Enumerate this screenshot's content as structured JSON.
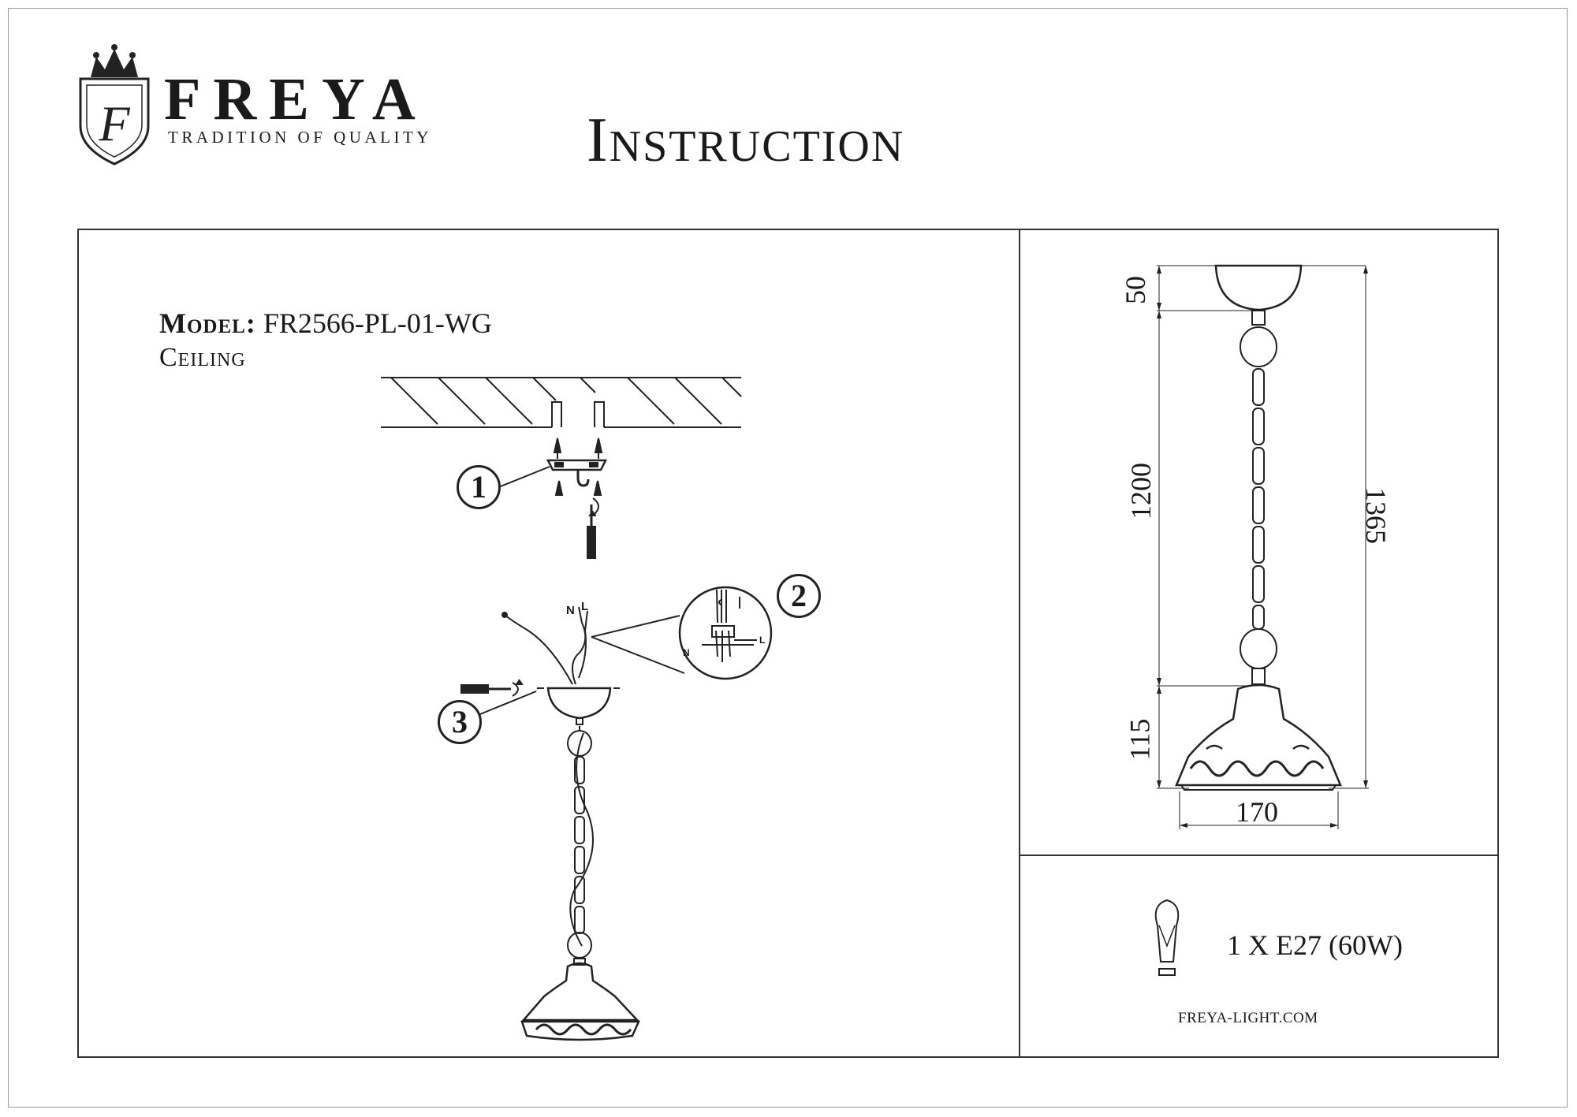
{
  "brand": {
    "name": "FREYA",
    "tagline": "TRADITION OF QUALITY",
    "crest_letter": "F"
  },
  "title": "Instruction",
  "model": {
    "label": "Model:",
    "code": "FR2566-PL-01-WG",
    "mount": "Ceiling"
  },
  "steps": [
    "1",
    "2",
    "3"
  ],
  "wiring": {
    "neutral": "N",
    "live": "L"
  },
  "dimensions": {
    "canopy_height": "50",
    "chain_length": "1200",
    "shade_height": "115",
    "total_height": "1365",
    "shade_width": "170"
  },
  "bulb": {
    "icon": "light-bulb-icon",
    "spec": "1 X E27 (60W)"
  },
  "website": "FREYA-LIGHT.COM",
  "colors": {
    "ink": "#1a1a1a",
    "frame": "#333333"
  }
}
